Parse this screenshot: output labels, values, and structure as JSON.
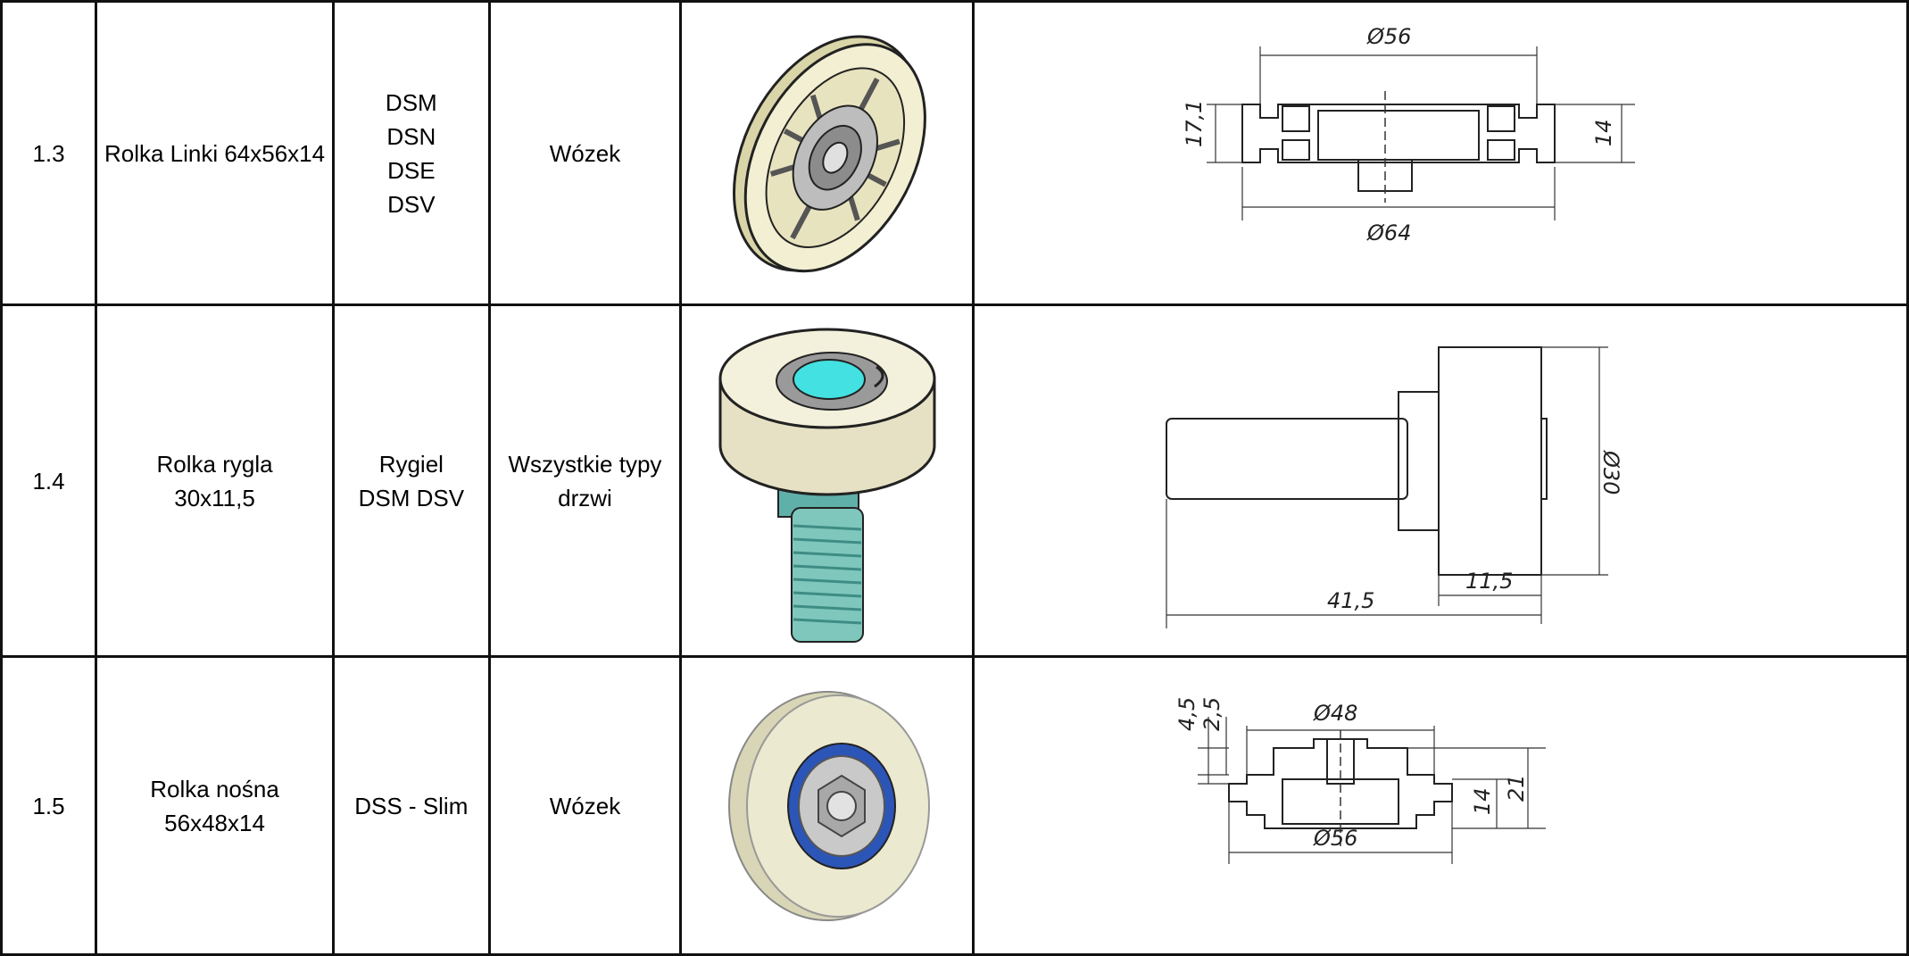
{
  "rows": [
    {
      "no": "1.3",
      "name": "Rolka Linki 64x56x14",
      "models": [
        "DSM",
        "DSN",
        "DSE",
        "DSV"
      ],
      "location": "Wózek",
      "image_label": "rope pulley roller",
      "dims": {
        "top": "Ø56",
        "bottom": "Ø64",
        "left": "17,1",
        "right": "14"
      }
    },
    {
      "no": "1.4",
      "name_lines": [
        "Rolka rygla",
        "30x11,5"
      ],
      "models": [
        "Rygiel",
        "DSM DSV"
      ],
      "location_lines": [
        "Wszystkie typy",
        "drzwi"
      ],
      "image_label": "bolt roller",
      "dims": {
        "diameter": "Ø30",
        "width": "11,5",
        "length": "41,5"
      }
    },
    {
      "no": "1.5",
      "name_lines": [
        "Rolka nośna",
        "56x48x14"
      ],
      "models": [
        "DSS - Slim"
      ],
      "location": "Wózek",
      "image_label": "carrier roller",
      "dims": {
        "a": "4,5",
        "b": "2,5",
        "top": "Ø48",
        "bottom": "Ø56",
        "h14": "14",
        "h21": "21"
      }
    }
  ]
}
